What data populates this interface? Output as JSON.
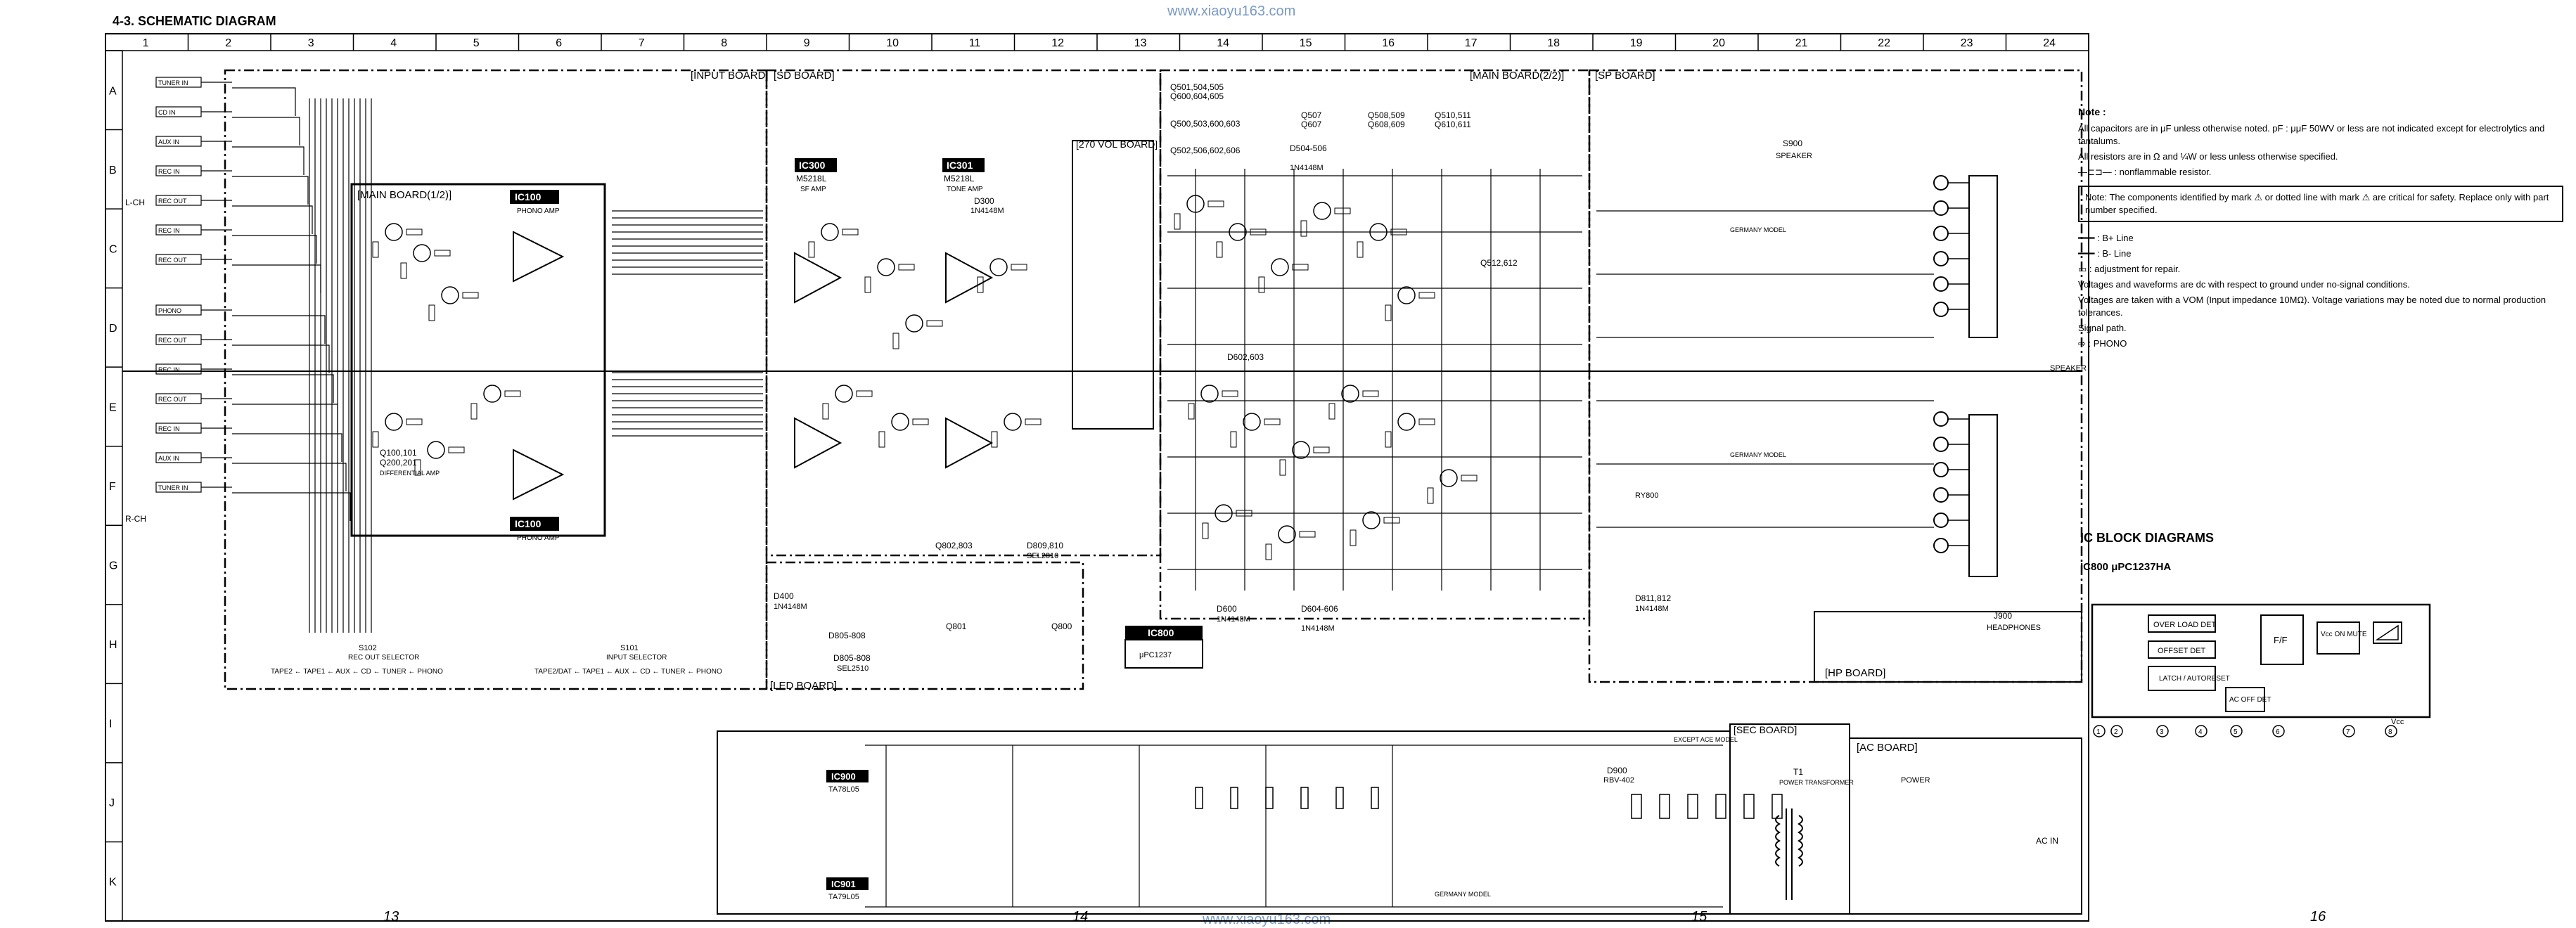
{
  "document": {
    "section_title": "4-3. SCHEMATIC DIAGRAM",
    "watermark_top": "www.xiaoyu163.com",
    "watermark_bottom": "www.xiaoyu163.com",
    "page_numbers": [
      "13",
      "14",
      "15",
      "16"
    ],
    "grid_columns": [
      "1",
      "2",
      "3",
      "4",
      "5",
      "6",
      "7",
      "8",
      "9",
      "10",
      "11",
      "12",
      "13",
      "14",
      "15",
      "16",
      "17",
      "18",
      "19",
      "20",
      "21",
      "22",
      "23",
      "24"
    ],
    "grid_rows": [
      "A",
      "B",
      "C",
      "D",
      "E",
      "F",
      "G",
      "H",
      "I",
      "J",
      "K"
    ]
  },
  "boards": {
    "input": "[INPUT BOARD]",
    "sd": "[SD BOARD]",
    "main_1": "[MAIN BOARD(1/2)]",
    "main_2": "[MAIN BOARD(2/2)]",
    "sp": "[SP BOARD]",
    "vol": "[270 VOL BOARD]",
    "led": "[LED BOARD]",
    "hp": "[HP BOARD]",
    "sec": "[SEC BOARD]",
    "ac": "[AC BOARD]"
  },
  "channels": {
    "left": "L-CH",
    "right": "R-CH"
  },
  "jacks_left": [
    "TUNER IN",
    "CD IN",
    "AUX IN",
    "REC IN",
    "REC OUT",
    "REC IN",
    "REC OUT",
    "PHONO",
    "REC OUT",
    "REC IN",
    "REC OUT",
    "REC IN",
    "AUX IN",
    "TUNER IN"
  ],
  "selectors": {
    "s102": "S102",
    "s102_label": "REC OUT SELECTOR",
    "s101": "S101",
    "s101_label": "INPUT SELECTOR",
    "tape_seq_1": "TAPE2 ← TAPE1 ← AUX ← CD ← TUNER ← PHONO",
    "tape_seq_2": "TAPE2/DAT ← TAPE1 ← AUX ← CD ← TUNER ← PHONO"
  },
  "ics": {
    "ic100_a": "IC100",
    "ic100_a_desc": "PHONO AMP",
    "ic100_b": "IC100",
    "ic100_b_desc": "PHONO AMP",
    "ic300": "IC300",
    "ic300_part": "M5218L",
    "ic300_desc": "SF AMP",
    "ic301": "IC301",
    "ic301_part": "M5218L",
    "ic301_desc": "TONE AMP",
    "ic800": "IC800",
    "ic800_desc": "μPC1237",
    "ic900": "IC900",
    "ic900_part": "TA78L05",
    "ic901": "IC901",
    "ic901_part": "TA79L05"
  },
  "components": {
    "q100": "Q100,101",
    "q200": "Q200,201",
    "q100_desc": "DIFFERENTIAL AMP",
    "d300": "D300",
    "d300_part": "1N4148M",
    "d400": "D400",
    "d400_part": "1N4148M",
    "d805": "D805-808",
    "d805_part": "SEL2510",
    "d809": "D809,810",
    "d809_part": "SEL2810",
    "q802": "Q802,803",
    "q801": "Q801",
    "q800": "Q800",
    "q501": "Q501,504,505",
    "q600": "Q600,604,605",
    "q500": "Q500,503,600,603",
    "q502": "Q502,506,602,606",
    "d504": "D504-506",
    "d504_part": "1N4148M",
    "q507": "Q507",
    "q607": "Q607",
    "q508": "Q508,509",
    "q608": "Q608,609",
    "q510": "Q510,511",
    "q610": "Q610,611",
    "q512": "Q512,612",
    "d602": "D602,603",
    "d600": "D600",
    "d600_part": "1N4148M",
    "d604": "D604-606",
    "d604_part": "1N4148M",
    "d811": "D811,812",
    "d811_part": "1N4148M",
    "d900": "D900",
    "d900_part": "RBV-402",
    "t1": "T1",
    "t1_desc": "POWER TRANSFORMER",
    "s900": "S900",
    "speaker": "SPEAKER",
    "j900": "J900",
    "headphones": "HEADPHONES",
    "power": "POWER",
    "ac_in": "AC IN",
    "rly": "RY800",
    "germany_model": "GERMANY MODEL",
    "except_model": "EXCEPT ACE MODEL"
  },
  "notes": {
    "heading": "Note :",
    "items": [
      "All capacitors are in μF unless otherwise noted. pF : μμF 50WV or less are not indicated except for electrolytics and tantalums.",
      "All resistors are in Ω and ¼W or less unless otherwise specified.",
      "—⊏⊐— : nonflammable resistor."
    ],
    "box": "Note: The components identified by mark ⚠ or dotted line with mark ⚠ are critical for safety. Replace only with part number specified.",
    "legend": [
      "━━━ : B+ Line",
      "━━━ : B- Line",
      "▭ : adjustment for repair.",
      "Voltages and waveforms are dc with respect to ground under no-signal conditions.",
      "Voltages are taken with a VOM (Input impedance 10MΩ). Voltage variations may be noted due to normal production tolerances.",
      "Signal path.",
      "⇨ : PHONO"
    ]
  },
  "ic_block": {
    "heading": "IC BLOCK DIAGRAMS",
    "sub": "IC800  μPC1237HA",
    "blocks": [
      "OVER LOAD DET",
      "OFFSET DET",
      "LATCH / AUTORESET",
      "AC OFF DET",
      "F/F",
      "Vcc ON MUTE"
    ],
    "vcc": "Vcc",
    "pins": [
      "1",
      "2",
      "3",
      "4",
      "5",
      "6",
      "7",
      "8"
    ]
  }
}
